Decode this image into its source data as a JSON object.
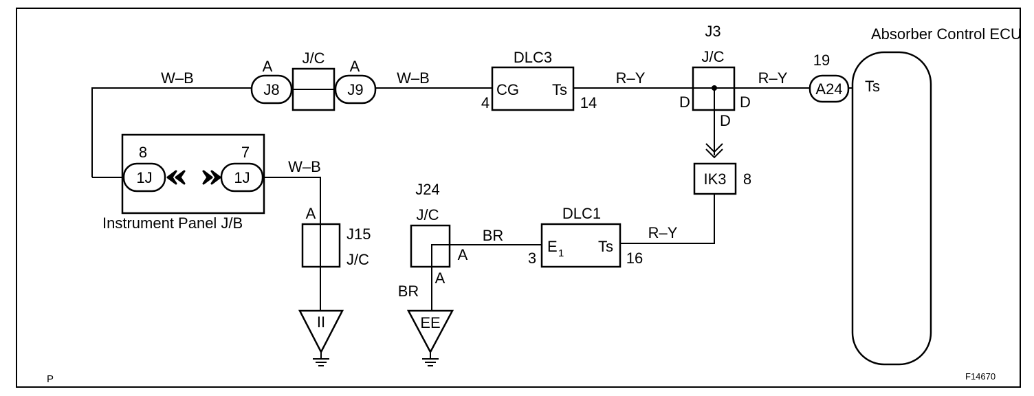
{
  "components": {
    "ecu": {
      "title": "Absorber Control ECU",
      "terminal": "Ts",
      "pin": "19",
      "connector": "A24"
    },
    "dlc3": {
      "title": "DLC3",
      "left_terminal": "CG",
      "right_terminal": "Ts",
      "left_pin": "4",
      "right_pin": "14"
    },
    "dlc1": {
      "title": "DLC1",
      "left_terminal_main": "E",
      "left_terminal_sub": "1",
      "right_terminal": "Ts",
      "left_pin": "3",
      "right_pin": "16"
    },
    "j3": {
      "title": "J3",
      "type": "J/C",
      "left_pin": "D",
      "right_pin": "D",
      "bottom_pin": "D"
    },
    "ik3": {
      "label": "IK3",
      "pin": "8"
    },
    "jc_j8_j9": {
      "type": "J/C",
      "j8": "J8",
      "j8_pin": "A",
      "j9": "J9",
      "j9_pin": "A"
    },
    "instrument_panel_jb": {
      "title": "Instrument Panel J/B",
      "left_connector": "1J",
      "left_pin": "8",
      "right_connector": "1J",
      "right_pin": "7"
    },
    "j15": {
      "title": "J15",
      "type": "J/C",
      "pin": "A"
    },
    "j24": {
      "title": "J24",
      "type": "J/C",
      "right_pin": "A",
      "bottom_pin": "A"
    }
  },
  "wires": {
    "wb_top_left": "W–B",
    "wb_top_right": "W–B",
    "ry_dlc3_j3": "R–Y",
    "ry_j3_ecu": "R–Y",
    "wb_ip_j15": "W–B",
    "br_j24_dlc1": "BR",
    "br_ground": "BR",
    "ry_dlc1_ik3": "R–Y"
  },
  "grounds": {
    "g1": "II",
    "g2": "EE"
  },
  "footer": {
    "corner_left": "P",
    "figure_id": "F14670"
  }
}
